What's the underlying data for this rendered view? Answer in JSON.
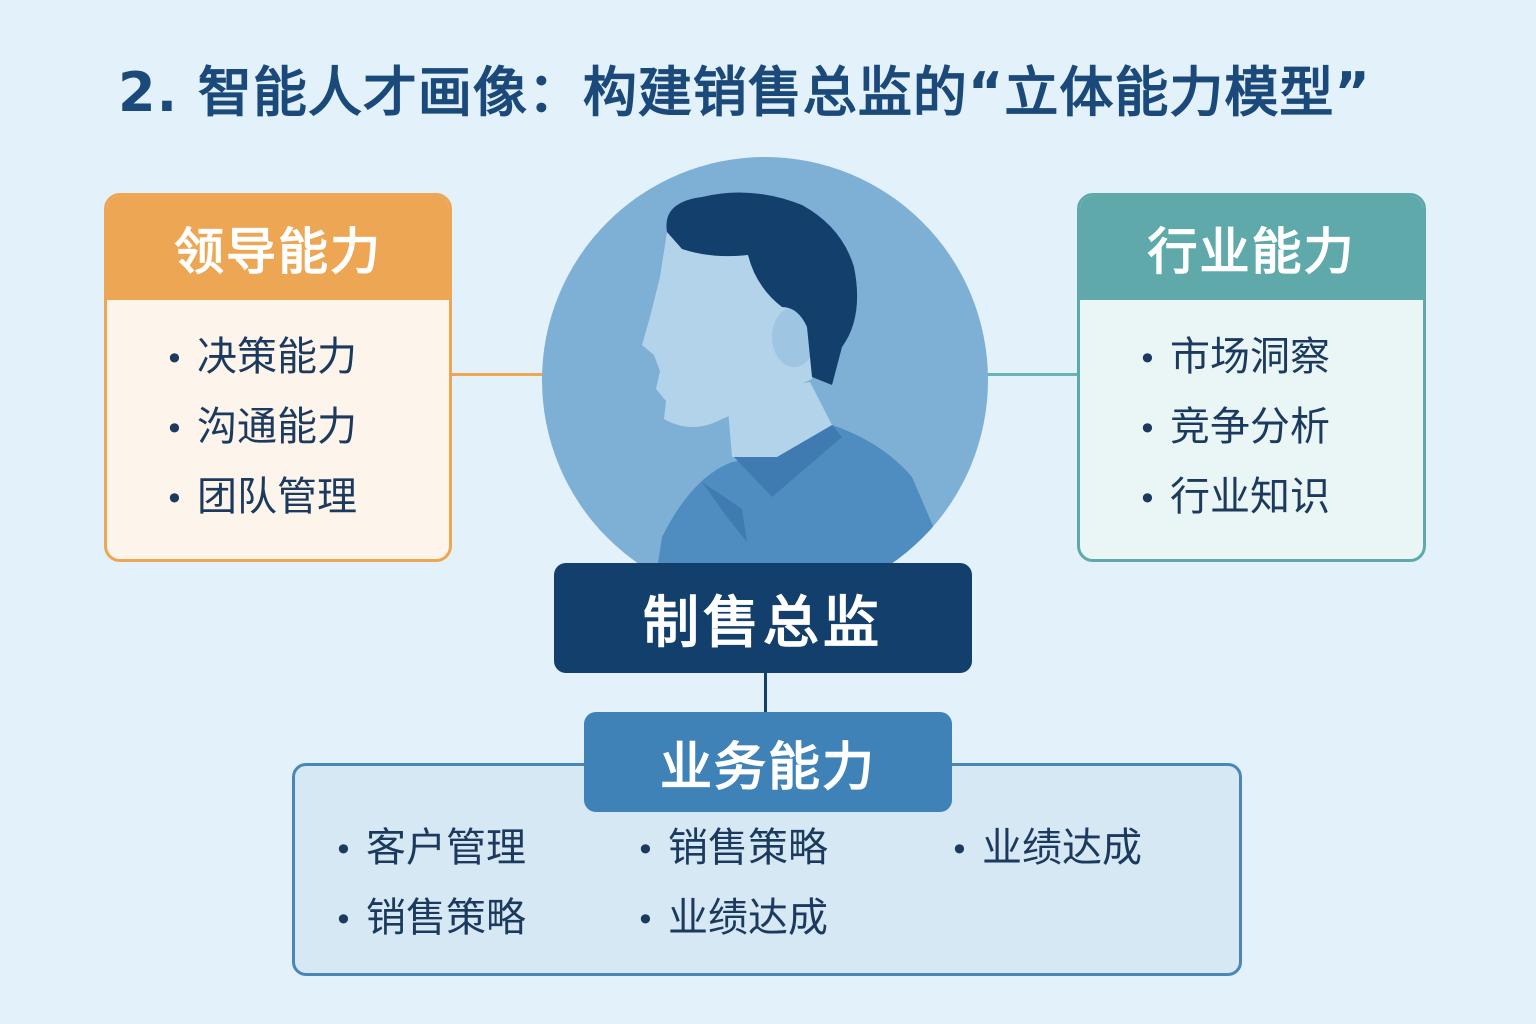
{
  "title": "2. 智能人才画像：构建销售总监的“立体能力模型”",
  "bullet": "•",
  "leadership": {
    "heading": "领导能力",
    "items": [
      "决策能力",
      "沟通能力",
      "团队管理"
    ]
  },
  "industry": {
    "heading": "行业能力",
    "items": [
      "市场洞察",
      "竞争分析",
      "行业知识"
    ]
  },
  "center": {
    "label": "制售总监"
  },
  "business": {
    "heading": "业务能力",
    "items": [
      "客户管理",
      "销售策略",
      "业绩达成",
      "销售策略",
      "业绩达成"
    ]
  },
  "colors": {
    "leadership": "#eda653",
    "industry": "#5fa9ab",
    "center": "#123f6b",
    "business": "#3f82b8",
    "text": "#1c3a5e",
    "title": "#1b4a7a"
  }
}
